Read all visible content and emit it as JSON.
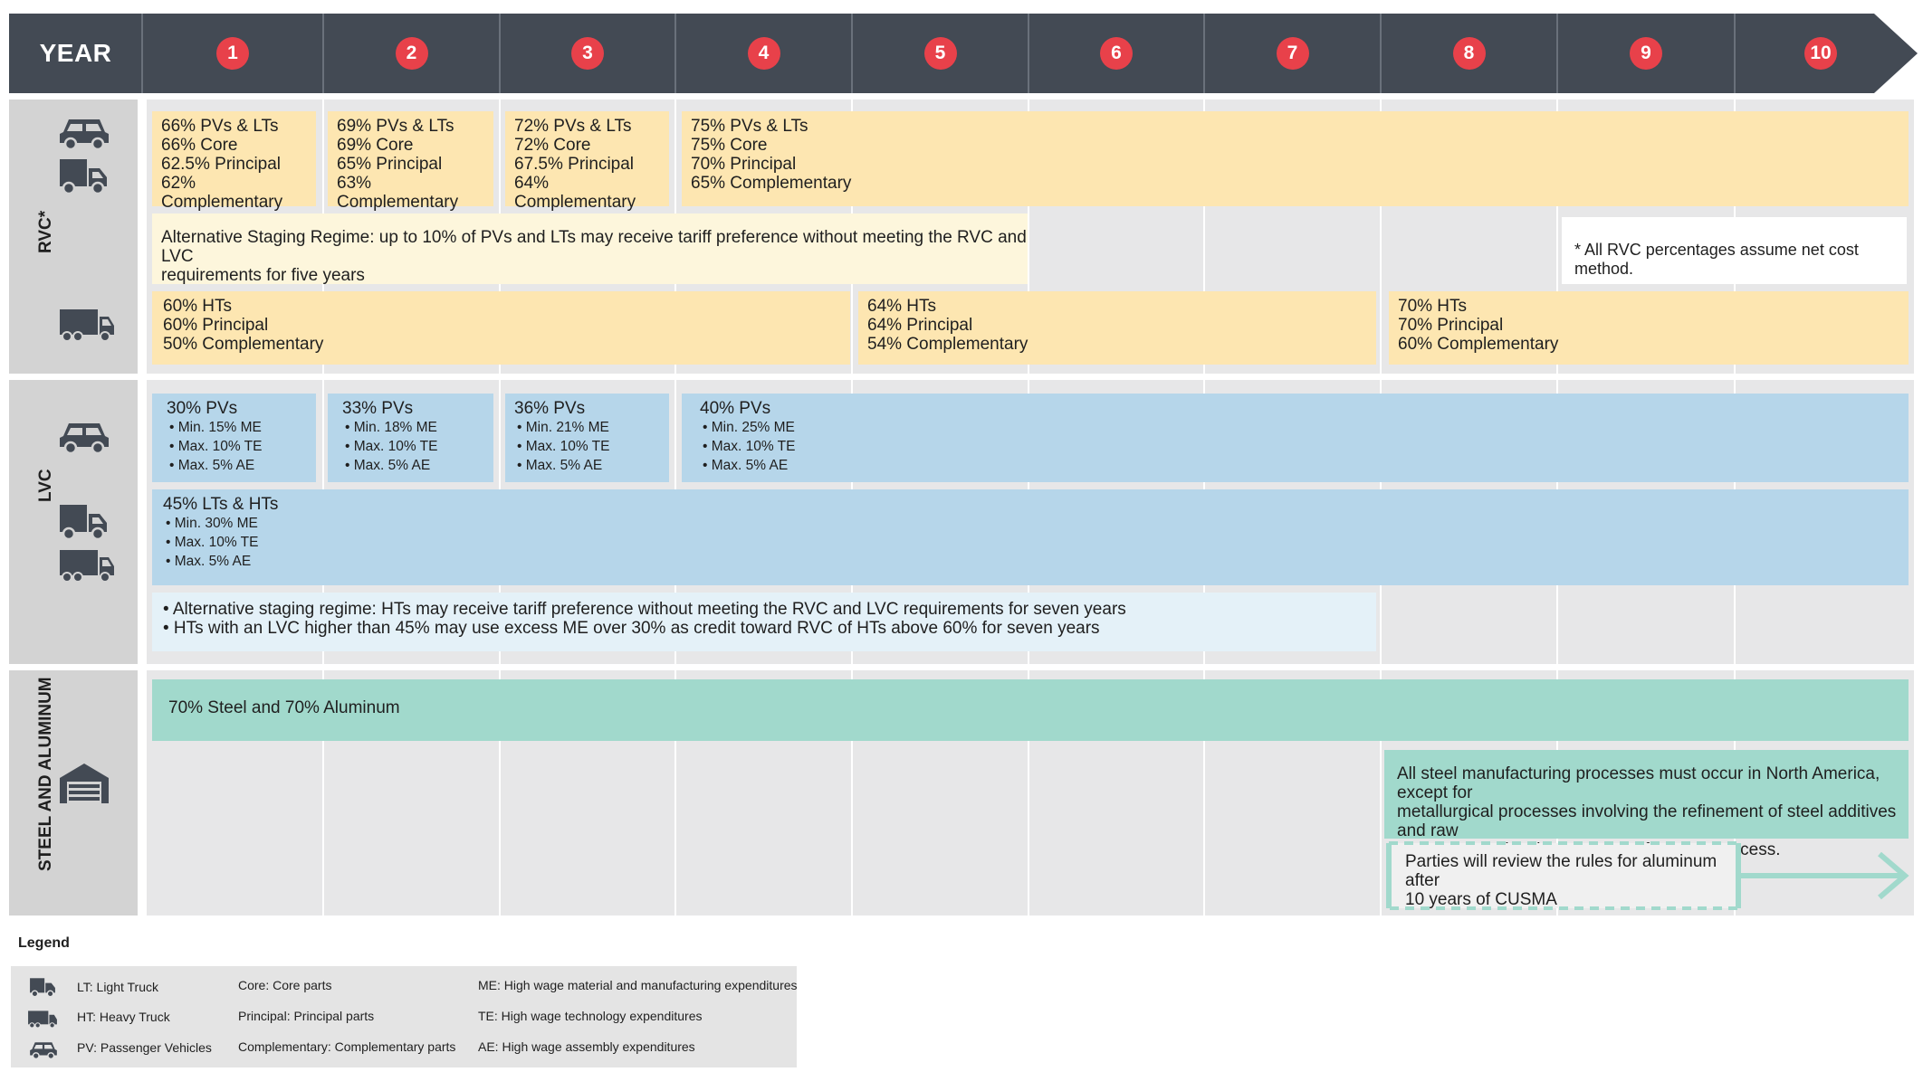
{
  "header": {
    "year_label": "YEAR",
    "years": [
      "1",
      "2",
      "3",
      "4",
      "5",
      "6",
      "7",
      "8",
      "9",
      "10"
    ]
  },
  "sections": {
    "rvc": "RVC*",
    "lvc": "LVC",
    "steel": "STEEL AND ALUMINUM"
  },
  "rvc": {
    "pv_lt": [
      [
        "66% PVs & LTs",
        "66% Core",
        "62.5% Principal",
        "62% Complementary"
      ],
      [
        "69% PVs & LTs",
        "69% Core",
        "65% Principal",
        "63% Complementary"
      ],
      [
        "72% PVs & LTs",
        "72% Core",
        "67.5% Principal",
        "64% Complementary"
      ],
      [
        "75% PVs & LTs",
        "75% Core",
        "70% Principal",
        "65% Complementary"
      ]
    ],
    "alt_staging": [
      "Alternative Staging Regime: up to 10% of PVs and LTs may receive tariff preference without meeting the RVC and LVC",
      "requirements for five years"
    ],
    "note": "* All RVC percentages assume net cost method.",
    "ht": [
      [
        "60% HTs",
        "60% Principal",
        "50% Complementary"
      ],
      [
        "64% HTs",
        "64% Principal",
        "54% Complementary"
      ],
      [
        "70% HTs",
        "70% Principal",
        "60% Complementary"
      ]
    ]
  },
  "lvc": {
    "pv": [
      {
        "title": "30% PVs",
        "items": [
          "• Min. 15% ME",
          "• Max. 10% TE",
          "• Max. 5% AE"
        ]
      },
      {
        "title": "33% PVs",
        "items": [
          "• Min. 18% ME",
          "• Max. 10% TE",
          "• Max. 5% AE"
        ]
      },
      {
        "title": "36% PVs",
        "items": [
          "• Min. 21% ME",
          "• Max. 10% TE",
          "• Max. 5% AE"
        ]
      },
      {
        "title": "40% PVs",
        "items": [
          "• Min. 25% ME",
          "• Max. 10% TE",
          "• Max. 5% AE"
        ]
      }
    ],
    "lt_ht": {
      "title": "45% LTs & HTs",
      "items": [
        "• Min. 30% ME",
        "• Max. 10% TE",
        "• Max. 5% AE"
      ]
    },
    "alt": [
      "• Alternative staging regime: HTs may receive tariff preference without meeting the RVC and LVC requirements for seven years",
      "• HTs with an LVC higher than 45% may use excess ME over 30% as credit toward RVC of HTs above 60% for seven years"
    ]
  },
  "steel": {
    "main": "70% Steel and 70% Aluminum",
    "process": [
      "All steel manufacturing processes must occur in North America, except for",
      "metallurgical processes involving the refinement of steel additives and raw",
      "materials used in the steel manufacturing process."
    ],
    "review": [
      "Parties will review the rules for aluminum after",
      "10 years of CUSMA"
    ]
  },
  "legend": {
    "title": "Legend",
    "col1": [
      "LT: Light Truck",
      "HT: Heavy Truck",
      "PV: Passenger Vehicles"
    ],
    "col2": [
      "Core: Core parts",
      "Principal: Principal parts",
      "Complementary: Complementary parts"
    ],
    "col3": [
      "ME: High wage material and manufacturing expenditures",
      "TE: High wage technology expenditures",
      "AE: High wage assembly expenditures"
    ]
  },
  "colors": {
    "header": "#434a54",
    "badge": "#e8414a",
    "rvc_box": "#fde6b1",
    "rvc_light": "#fdf6dc",
    "lvc_box": "#b6d6ea",
    "lvc_light": "#e4f1f8",
    "steel_box": "#a1d9cc",
    "band": "#e7e7e8",
    "side": "#d3d3d3",
    "icon": "#434a54"
  }
}
